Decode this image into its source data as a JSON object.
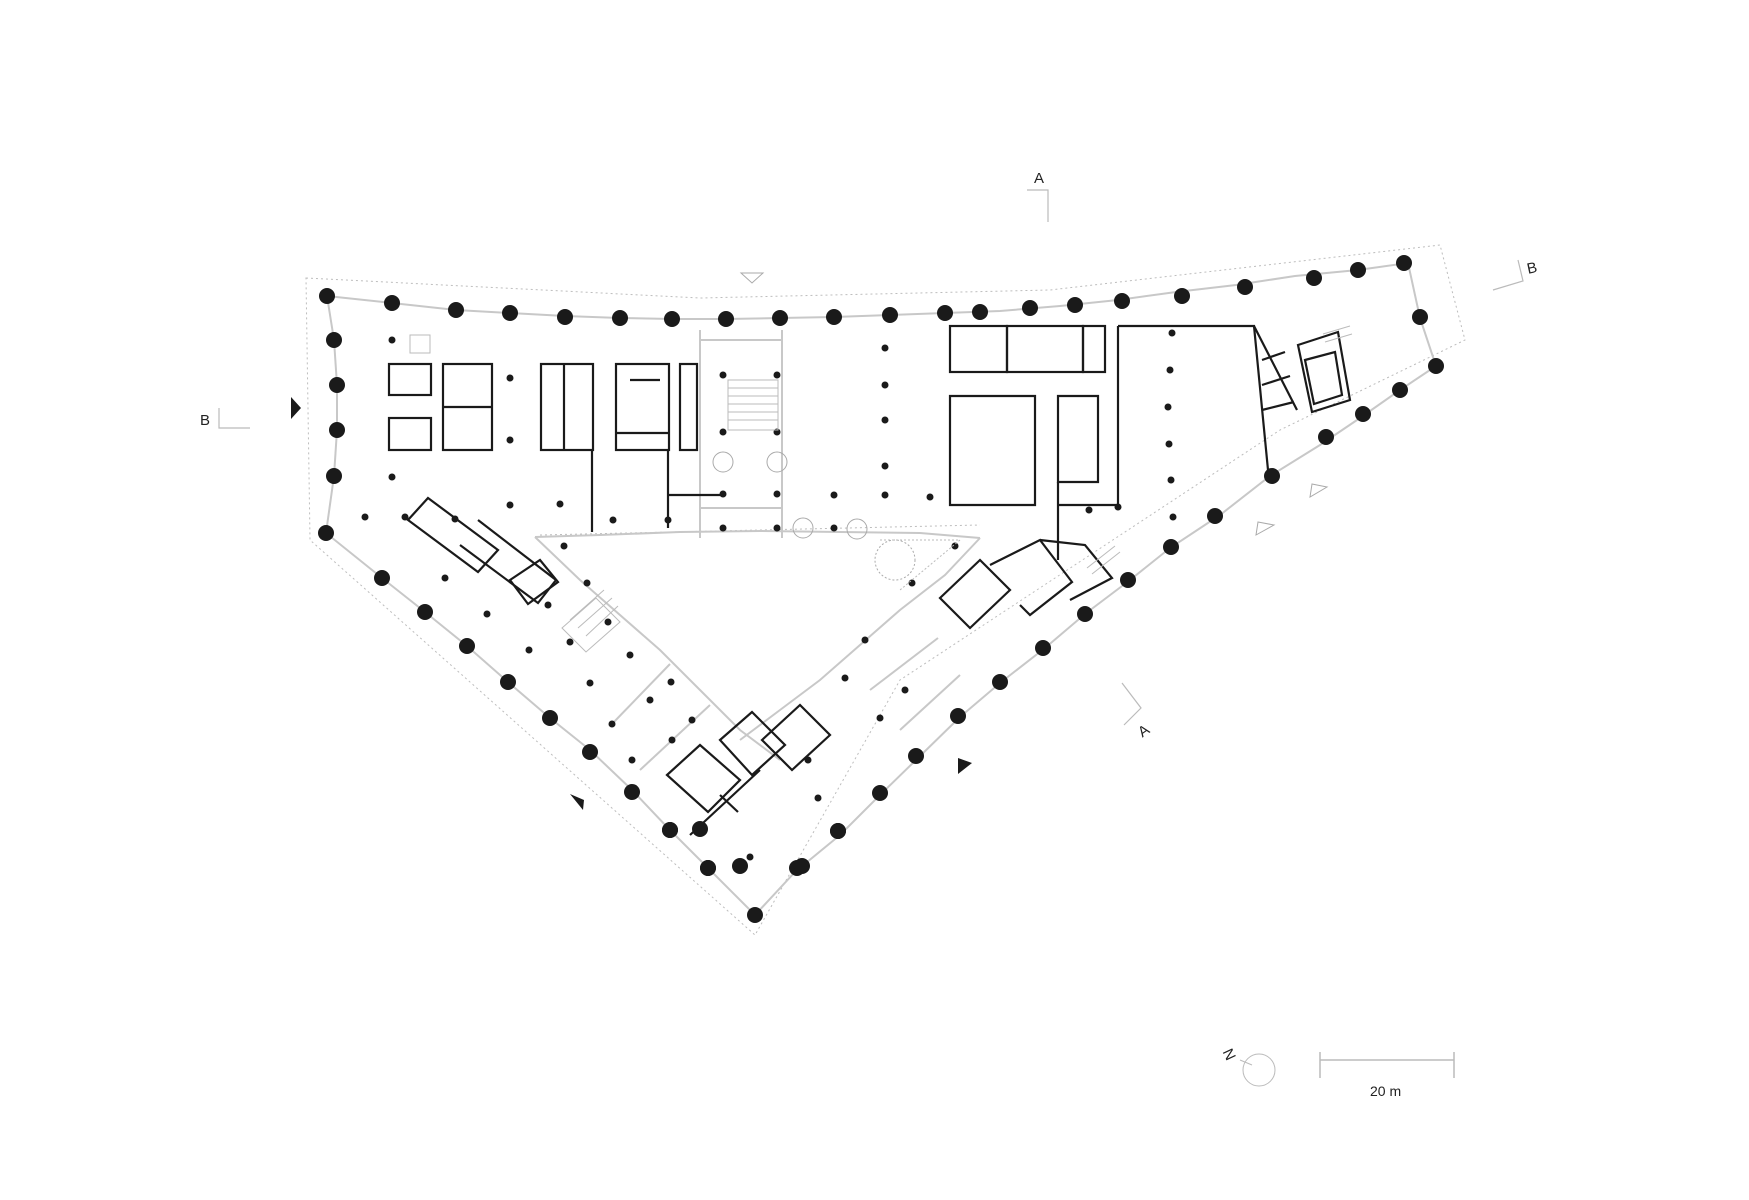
{
  "drawing": {
    "type": "architectural-floor-plan",
    "background": "#ffffff",
    "colors": {
      "column": "#1a1a1a",
      "wall": "#1a1a1a",
      "facade_line": "#c8c8c8",
      "site_boundary": "#bdbdbd",
      "stair_hatch": "#bbbbbb"
    }
  },
  "section_markers": {
    "a_top": {
      "label": "A"
    },
    "a_bottom": {
      "label": "A"
    },
    "b_left": {
      "label": "B"
    },
    "b_right": {
      "label": "B"
    }
  },
  "entrance_markers": [
    {
      "name": "entrance-top",
      "style": "outline"
    },
    {
      "name": "entrance-left",
      "style": "filled"
    },
    {
      "name": "entrance-east-1",
      "style": "outline"
    },
    {
      "name": "entrance-east-2",
      "style": "outline"
    },
    {
      "name": "entrance-southwest",
      "style": "filled"
    },
    {
      "name": "entrance-southeast",
      "style": "filled"
    }
  ],
  "legend": {
    "north_label": "N",
    "scale_label": "20 m"
  }
}
